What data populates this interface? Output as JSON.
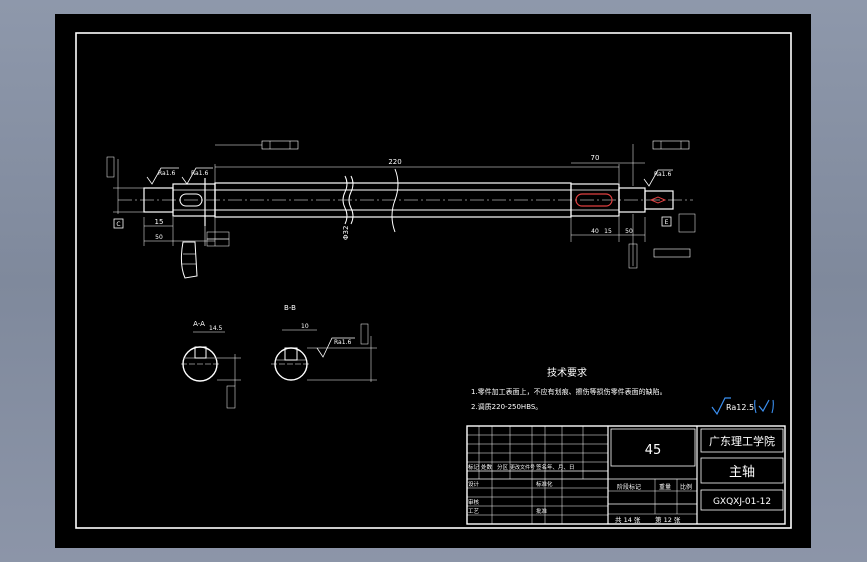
{
  "title_block": {
    "material": "45",
    "school": "广东理工学院",
    "part_name": "主轴",
    "drawing_no": "GXQXJ-01-12",
    "total_sheets": "共 14 张",
    "sheet_no": "第 12 张",
    "row_labels": [
      "标记",
      "处数",
      "分区",
      "更改文件号",
      "签名",
      "年、月、日"
    ],
    "design_label": "设计",
    "standardize_label": "标准化",
    "review_label": "审核",
    "process_label": "工艺",
    "approve_label": "批准",
    "stage_mark_label": "阶段标记",
    "weight_label": "重量",
    "scale_label": "比例"
  },
  "tech_req": {
    "title": "技术要求",
    "items": [
      "1.零件加工表面上，不应有划痕、擦伤等损伤零件表面的缺陷。",
      "2.调质220-250HBS。"
    ]
  },
  "roughness_note": "Ra12.5",
  "dimensions": {
    "overall_length": "220",
    "right_section": "70",
    "left_end": "15",
    "left_mid": "50",
    "right_a": "40",
    "right_b": "15",
    "right_c": "50",
    "shaft_dia": "Φ32",
    "roughness_left_1": "Ra1.6",
    "roughness_left_2": "Ra1.6",
    "roughness_right": "Ra1.6",
    "roughness_section_b": "Ra1.6",
    "datum_c": "C",
    "datum_e": "E"
  },
  "sections": {
    "aa_label": "A-A",
    "bb_label": "B-B",
    "aa_dim": "14.5",
    "bb_dim": "10"
  }
}
